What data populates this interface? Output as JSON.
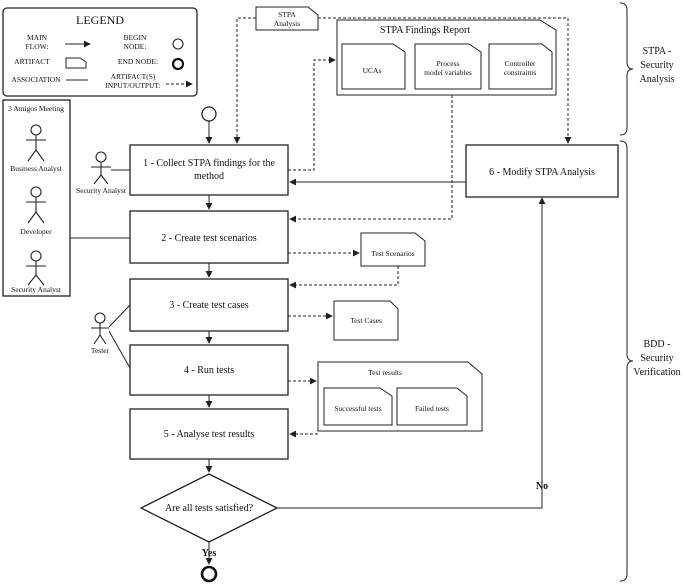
{
  "legend": {
    "title": "LEGEND",
    "main_flow": [
      "MAIN",
      "FLOW:"
    ],
    "begin_node": [
      "BEGIN",
      "NODE:"
    ],
    "artifact": "ARTIFACT",
    "end_node": "END NODE:",
    "association": "ASSOCIATION",
    "artifact_io": [
      "ARTIFACT(S)",
      "INPUT/OUTPUT:"
    ]
  },
  "meeting": {
    "title": "3 Amigos Meeting",
    "roles": [
      "Business Analyst",
      "Developer",
      "Security Analyst"
    ]
  },
  "actors": {
    "security_analyst": "Security Analyst",
    "tester": "Tester"
  },
  "steps": {
    "s1": [
      "1 - Collect STPA findings for the",
      "method"
    ],
    "s2": "2 - Create test scenarios",
    "s3": "3 - Create test cases",
    "s4": "4 - Run tests",
    "s5": "5 - Analyse test results",
    "s6": "6 - Modify STPA Analysis"
  },
  "decision": {
    "question": "Are all tests satisfied?",
    "yes": "Yes",
    "no": "No"
  },
  "artifacts": {
    "stpa_analysis": [
      "STPA",
      "Analysis"
    ],
    "findings_report": {
      "title": "STPA Findings Report",
      "ucas": "UCAs",
      "pmv": [
        "Process",
        "model variables"
      ],
      "cc": [
        "Controller",
        "constraitns"
      ]
    },
    "test_scenarios": "Test Scenarios",
    "test_cases": "Test Cases",
    "test_results": {
      "title": "Test results",
      "successful": "Successful tests",
      "failed": "Failed tests"
    }
  },
  "phases": {
    "stpa": [
      "STPA -",
      "Security",
      "Analysis"
    ],
    "bdd": [
      "BDD -",
      "Security",
      "Verification"
    ]
  }
}
